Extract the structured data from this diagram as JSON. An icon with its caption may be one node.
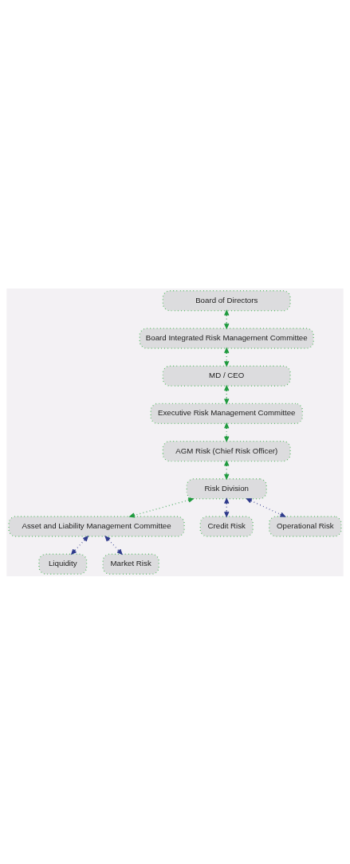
{
  "diagram": {
    "nodes": [
      {
        "text": [
          "Board of Directors"
        ]
      },
      {
        "text": [
          "Board Integrated Risk Management Committee"
        ]
      },
      {
        "text": [
          "MD / CEO"
        ]
      },
      {
        "text": [
          "Executive Risk Management Committee"
        ]
      },
      {
        "text": [
          "AGM Risk (Chief Risk Officer)"
        ]
      },
      {
        "text": [
          "Risk Division"
        ]
      },
      {
        "text": [
          "Asset and Liability Management Committee"
        ]
      },
      {
        "text": [
          "Liquidity"
        ]
      },
      {
        "text": [
          "Market Risk"
        ]
      },
      {
        "text": [
          "Credit Risk"
        ]
      },
      {
        "text": [
          "Operational Risk"
        ]
      }
    ],
    "edges": [
      {
        "from": 0,
        "to": 1,
        "arrow": "both"
      },
      {
        "from": 1,
        "to": 2,
        "arrow": "both"
      },
      {
        "from": 2,
        "to": 3,
        "arrow": "both"
      },
      {
        "from": 3,
        "to": 4,
        "arrow": "both"
      },
      {
        "from": 4,
        "to": 5,
        "arrow": "both"
      },
      {
        "from": 5,
        "to": 6,
        "arrow": "both"
      },
      {
        "from": 5,
        "to": 9,
        "arrow": "both",
        "color": "#2e3a8c"
      },
      {
        "from": 5,
        "to": 10,
        "arrow": "both",
        "color": "#2e3a8c"
      },
      {
        "from": 6,
        "to": 7,
        "arrow": "both",
        "color": "#2e3a8c"
      },
      {
        "from": 6,
        "to": 8,
        "arrow": "both",
        "color": "#2e3a8c"
      }
    ]
  }
}
